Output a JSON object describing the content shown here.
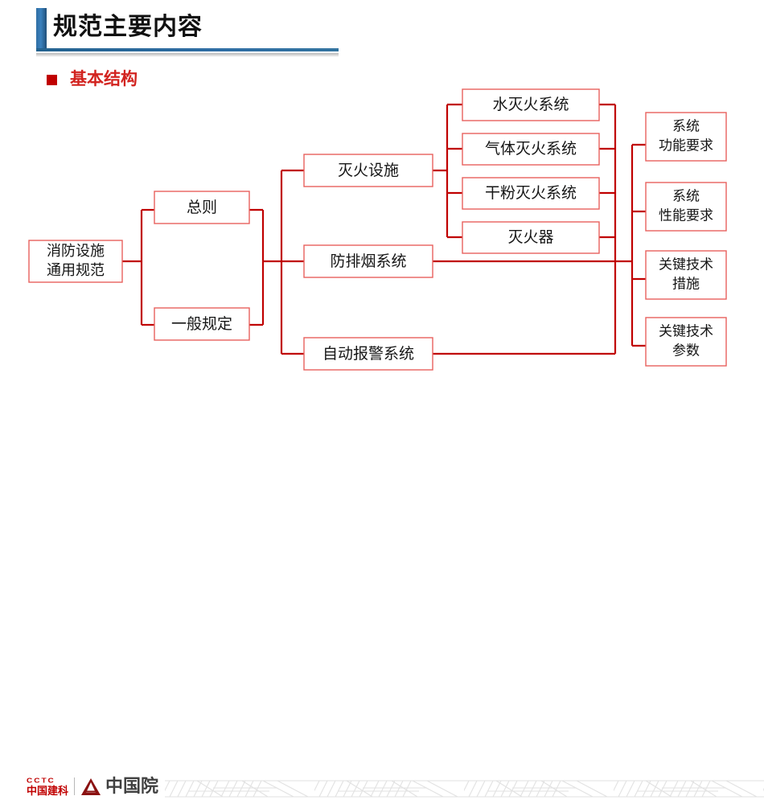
{
  "header": {
    "title": "规范主要内容",
    "accent_color": "#2e6da4"
  },
  "bullet": {
    "label": "基本结构",
    "color": "#d2231f",
    "marker": "red-square-bullet"
  },
  "diagram": {
    "type": "tree",
    "node_border_color": "#e8615d",
    "connector_color": "#c00000",
    "root": {
      "id": "root",
      "label": "消防设施\n通用规范",
      "lines": [
        "消防设施",
        "通用规范"
      ]
    },
    "level1": [
      {
        "id": "n-zongze",
        "label": "总则",
        "lines": [
          "总则"
        ]
      },
      {
        "id": "n-yibanguiding",
        "label": "一般规定",
        "lines": [
          "一般规定"
        ]
      }
    ],
    "level2": [
      {
        "id": "n-miehuosheshi",
        "label": "灭火设施",
        "lines": [
          "灭火设施"
        ]
      },
      {
        "id": "n-fangpaiyan",
        "label": "防排烟系统",
        "lines": [
          "防排烟系统"
        ]
      },
      {
        "id": "n-zidongbaojing",
        "label": "自动报警系统",
        "lines": [
          "自动报警系统"
        ]
      }
    ],
    "level3": [
      {
        "id": "n-shui",
        "label": "水灭火系统",
        "lines": [
          "水灭火系统"
        ]
      },
      {
        "id": "n-qiti",
        "label": "气体灭火系统",
        "lines": [
          "气体灭火系统"
        ]
      },
      {
        "id": "n-ganfen",
        "label": "干粉灭火系统",
        "lines": [
          "干粉灭火系统"
        ]
      },
      {
        "id": "n-miehuoqi",
        "label": "灭火器",
        "lines": [
          "灭火器"
        ]
      }
    ],
    "level4": [
      {
        "id": "n-gongneng",
        "label": "系统\n功能要求",
        "lines": [
          "系统",
          "功能要求"
        ]
      },
      {
        "id": "n-xingneng",
        "label": "系统\n性能要求",
        "lines": [
          "系统",
          "性能要求"
        ]
      },
      {
        "id": "n-cuoshi",
        "label": "关键技术\n措施",
        "lines": [
          "关键技术",
          "措施"
        ]
      },
      {
        "id": "n-canshu",
        "label": "关键技术\n参数",
        "lines": [
          "关键技术",
          "参数"
        ]
      }
    ]
  },
  "footer": {
    "logo_latin": "CCTC",
    "logo_cn": "中国建科",
    "logo_brand": "中国院",
    "logo_red": "#c00000",
    "logo_gray": "#404040"
  }
}
